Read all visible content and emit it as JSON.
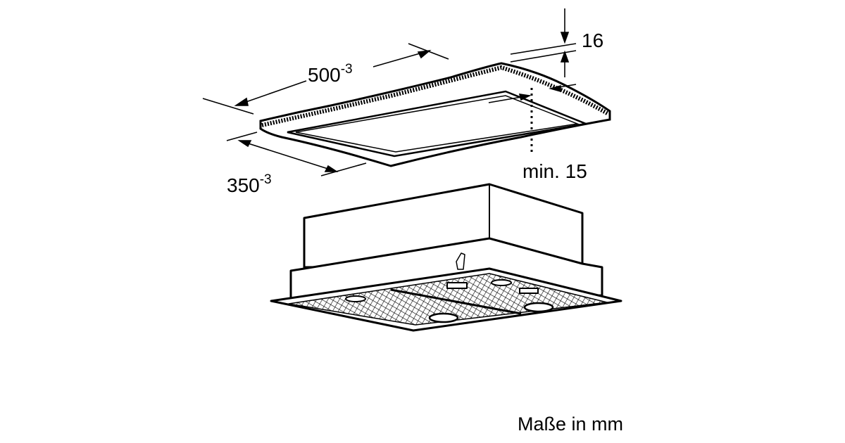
{
  "dimensions": {
    "width": {
      "value": "500",
      "tolerance": "-3"
    },
    "depth": {
      "value": "350",
      "tolerance": "-3"
    },
    "frame_thickness": "16",
    "min_clearance": "min. 15"
  },
  "units_note": "Maße in mm",
  "colors": {
    "line": "#000000",
    "background": "#ffffff"
  }
}
